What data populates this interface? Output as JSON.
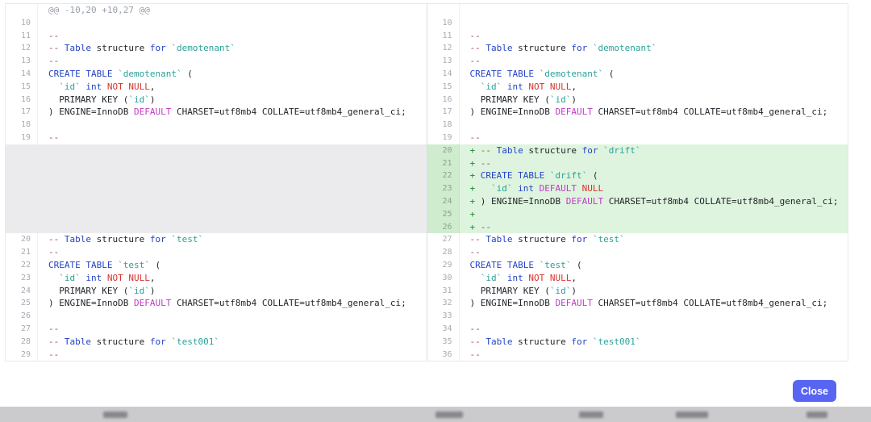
{
  "hunk_header": "@@ -10,20 +10,27 @@",
  "close_button_label": "Close",
  "colors": {
    "accent_button": "#5865f2",
    "added_line_bg": "#def4de",
    "added_gutter_bg": "#cfeccf",
    "gap_bg": "#ebebee",
    "keyword": "#2443c5",
    "identifier": "#2aa198",
    "not_null": "#d6332f",
    "default_kw": "#c03bc4",
    "comment_dash": "#a94442",
    "line_number": "#a6abb3"
  },
  "left_rows": [
    {
      "num": "",
      "type": "hunk",
      "tokens": [
        [
          "g",
          "@@ -10,20 +10,27 @@"
        ]
      ]
    },
    {
      "num": "10",
      "type": "context",
      "tokens": []
    },
    {
      "num": "11",
      "type": "context",
      "tokens": [
        [
          "c",
          "--"
        ]
      ]
    },
    {
      "num": "12",
      "type": "context",
      "tokens": [
        [
          "c",
          "-- "
        ],
        [
          "k",
          "Table"
        ],
        [
          "p",
          " structure "
        ],
        [
          "k",
          "for"
        ],
        [
          "p",
          " "
        ],
        [
          "s",
          "`demotenant`"
        ]
      ]
    },
    {
      "num": "13",
      "type": "context",
      "tokens": [
        [
          "c",
          "--"
        ]
      ]
    },
    {
      "num": "14",
      "type": "context",
      "tokens": [
        [
          "k",
          "CREATE TABLE"
        ],
        [
          "p",
          " "
        ],
        [
          "s",
          "`demotenant`"
        ],
        [
          "p",
          " ("
        ]
      ]
    },
    {
      "num": "15",
      "type": "context",
      "tokens": [
        [
          "p",
          "  "
        ],
        [
          "s",
          "`id`"
        ],
        [
          "p",
          " "
        ],
        [
          "k",
          "int"
        ],
        [
          "p",
          " "
        ],
        [
          "r",
          "NOT NULL"
        ],
        [
          "p",
          ","
        ]
      ]
    },
    {
      "num": "16",
      "type": "context",
      "tokens": [
        [
          "p",
          "  PRIMARY KEY ("
        ],
        [
          "s",
          "`id`"
        ],
        [
          "p",
          ")"
        ]
      ]
    },
    {
      "num": "17",
      "type": "context",
      "tokens": [
        [
          "p",
          ") ENGINE=InnoDB "
        ],
        [
          "m",
          "DEFAULT"
        ],
        [
          "p",
          " CHARSET=utf8mb4 COLLATE=utf8mb4_general_ci;"
        ]
      ]
    },
    {
      "num": "18",
      "type": "context",
      "tokens": []
    },
    {
      "num": "19",
      "type": "context",
      "tokens": [
        [
          "c",
          "--"
        ]
      ]
    },
    {
      "num": "",
      "type": "gap",
      "tokens": []
    },
    {
      "num": "",
      "type": "gap",
      "tokens": []
    },
    {
      "num": "",
      "type": "gap",
      "tokens": []
    },
    {
      "num": "",
      "type": "gap",
      "tokens": []
    },
    {
      "num": "",
      "type": "gap",
      "tokens": []
    },
    {
      "num": "",
      "type": "gap",
      "tokens": []
    },
    {
      "num": "",
      "type": "gap",
      "tokens": []
    },
    {
      "num": "20",
      "type": "context",
      "tokens": [
        [
          "c",
          "-- "
        ],
        [
          "k",
          "Table"
        ],
        [
          "p",
          " structure "
        ],
        [
          "k",
          "for"
        ],
        [
          "p",
          " "
        ],
        [
          "s",
          "`test`"
        ]
      ]
    },
    {
      "num": "21",
      "type": "context",
      "tokens": [
        [
          "c",
          "--"
        ]
      ]
    },
    {
      "num": "22",
      "type": "context",
      "tokens": [
        [
          "k",
          "CREATE TABLE"
        ],
        [
          "p",
          " "
        ],
        [
          "s",
          "`test`"
        ],
        [
          "p",
          " ("
        ]
      ]
    },
    {
      "num": "23",
      "type": "context",
      "tokens": [
        [
          "p",
          "  "
        ],
        [
          "s",
          "`id`"
        ],
        [
          "p",
          " "
        ],
        [
          "k",
          "int"
        ],
        [
          "p",
          " "
        ],
        [
          "r",
          "NOT NULL"
        ],
        [
          "p",
          ","
        ]
      ]
    },
    {
      "num": "24",
      "type": "context",
      "tokens": [
        [
          "p",
          "  PRIMARY KEY ("
        ],
        [
          "s",
          "`id`"
        ],
        [
          "p",
          ")"
        ]
      ]
    },
    {
      "num": "25",
      "type": "context",
      "tokens": [
        [
          "p",
          ") ENGINE=InnoDB "
        ],
        [
          "m",
          "DEFAULT"
        ],
        [
          "p",
          " CHARSET=utf8mb4 COLLATE=utf8mb4_general_ci;"
        ]
      ]
    },
    {
      "num": "26",
      "type": "context",
      "tokens": []
    },
    {
      "num": "27",
      "type": "context",
      "tokens": [
        [
          "c",
          "--"
        ]
      ]
    },
    {
      "num": "28",
      "type": "context",
      "tokens": [
        [
          "c",
          "-- "
        ],
        [
          "k",
          "Table"
        ],
        [
          "p",
          " structure "
        ],
        [
          "k",
          "for"
        ],
        [
          "p",
          " "
        ],
        [
          "s",
          "`test001`"
        ]
      ]
    },
    {
      "num": "29",
      "type": "context",
      "tokens": [
        [
          "c",
          "--"
        ]
      ]
    }
  ],
  "right_rows": [
    {
      "num": "",
      "type": "context",
      "tokens": []
    },
    {
      "num": "10",
      "type": "context",
      "tokens": []
    },
    {
      "num": "11",
      "type": "context",
      "tokens": [
        [
          "c",
          "--"
        ]
      ]
    },
    {
      "num": "12",
      "type": "context",
      "tokens": [
        [
          "c",
          "-- "
        ],
        [
          "k",
          "Table"
        ],
        [
          "p",
          " structure "
        ],
        [
          "k",
          "for"
        ],
        [
          "p",
          " "
        ],
        [
          "s",
          "`demotenant`"
        ]
      ]
    },
    {
      "num": "13",
      "type": "context",
      "tokens": [
        [
          "c",
          "--"
        ]
      ]
    },
    {
      "num": "14",
      "type": "context",
      "tokens": [
        [
          "k",
          "CREATE TABLE"
        ],
        [
          "p",
          " "
        ],
        [
          "s",
          "`demotenant`"
        ],
        [
          "p",
          " ("
        ]
      ]
    },
    {
      "num": "15",
      "type": "context",
      "tokens": [
        [
          "p",
          "  "
        ],
        [
          "s",
          "`id`"
        ],
        [
          "p",
          " "
        ],
        [
          "k",
          "int"
        ],
        [
          "p",
          " "
        ],
        [
          "r",
          "NOT NULL"
        ],
        [
          "p",
          ","
        ]
      ]
    },
    {
      "num": "16",
      "type": "context",
      "tokens": [
        [
          "p",
          "  PRIMARY KEY ("
        ],
        [
          "s",
          "`id`"
        ],
        [
          "p",
          ")"
        ]
      ]
    },
    {
      "num": "17",
      "type": "context",
      "tokens": [
        [
          "p",
          ") ENGINE=InnoDB "
        ],
        [
          "m",
          "DEFAULT"
        ],
        [
          "p",
          " CHARSET=utf8mb4 COLLATE=utf8mb4_general_ci;"
        ]
      ]
    },
    {
      "num": "18",
      "type": "context",
      "tokens": []
    },
    {
      "num": "19",
      "type": "context",
      "tokens": [
        [
          "c",
          "--"
        ]
      ]
    },
    {
      "num": "20",
      "type": "added",
      "tokens": [
        [
          "a",
          "+ "
        ],
        [
          "c",
          "-- "
        ],
        [
          "k",
          "Table"
        ],
        [
          "p",
          " structure "
        ],
        [
          "k",
          "for"
        ],
        [
          "p",
          " "
        ],
        [
          "s",
          "`drift`"
        ]
      ]
    },
    {
      "num": "21",
      "type": "added",
      "tokens": [
        [
          "a",
          "+ "
        ],
        [
          "c",
          "--"
        ]
      ]
    },
    {
      "num": "22",
      "type": "added",
      "tokens": [
        [
          "a",
          "+ "
        ],
        [
          "k",
          "CREATE TABLE"
        ],
        [
          "p",
          " "
        ],
        [
          "s",
          "`drift`"
        ],
        [
          "p",
          " ("
        ]
      ]
    },
    {
      "num": "23",
      "type": "added",
      "tokens": [
        [
          "a",
          "+ "
        ],
        [
          "p",
          "  "
        ],
        [
          "s",
          "`id`"
        ],
        [
          "p",
          " "
        ],
        [
          "k",
          "int"
        ],
        [
          "p",
          " "
        ],
        [
          "m",
          "DEFAULT"
        ],
        [
          "p",
          " "
        ],
        [
          "r",
          "NULL"
        ]
      ]
    },
    {
      "num": "24",
      "type": "added",
      "tokens": [
        [
          "a",
          "+ "
        ],
        [
          "p",
          ") ENGINE=InnoDB "
        ],
        [
          "m",
          "DEFAULT"
        ],
        [
          "p",
          " CHARSET=utf8mb4 COLLATE=utf8mb4_general_ci;"
        ]
      ]
    },
    {
      "num": "25",
      "type": "added",
      "tokens": [
        [
          "a",
          "+"
        ]
      ]
    },
    {
      "num": "26",
      "type": "added",
      "tokens": [
        [
          "a",
          "+ "
        ],
        [
          "c",
          "--"
        ]
      ]
    },
    {
      "num": "27",
      "type": "context",
      "tokens": [
        [
          "c",
          "-- "
        ],
        [
          "k",
          "Table"
        ],
        [
          "p",
          " structure "
        ],
        [
          "k",
          "for"
        ],
        [
          "p",
          " "
        ],
        [
          "s",
          "`test`"
        ]
      ]
    },
    {
      "num": "28",
      "type": "context",
      "tokens": [
        [
          "c",
          "--"
        ]
      ]
    },
    {
      "num": "29",
      "type": "context",
      "tokens": [
        [
          "k",
          "CREATE TABLE"
        ],
        [
          "p",
          " "
        ],
        [
          "s",
          "`test`"
        ],
        [
          "p",
          " ("
        ]
      ]
    },
    {
      "num": "30",
      "type": "context",
      "tokens": [
        [
          "p",
          "  "
        ],
        [
          "s",
          "`id`"
        ],
        [
          "p",
          " "
        ],
        [
          "k",
          "int"
        ],
        [
          "p",
          " "
        ],
        [
          "r",
          "NOT NULL"
        ],
        [
          "p",
          ","
        ]
      ]
    },
    {
      "num": "31",
      "type": "context",
      "tokens": [
        [
          "p",
          "  PRIMARY KEY ("
        ],
        [
          "s",
          "`id`"
        ],
        [
          "p",
          ")"
        ]
      ]
    },
    {
      "num": "32",
      "type": "context",
      "tokens": [
        [
          "p",
          ") ENGINE=InnoDB "
        ],
        [
          "m",
          "DEFAULT"
        ],
        [
          "p",
          " CHARSET=utf8mb4 COLLATE=utf8mb4_general_ci;"
        ]
      ]
    },
    {
      "num": "33",
      "type": "context",
      "tokens": []
    },
    {
      "num": "34",
      "type": "context",
      "tokens": [
        [
          "c",
          "--"
        ]
      ]
    },
    {
      "num": "35",
      "type": "context",
      "tokens": [
        [
          "c",
          "-- "
        ],
        [
          "k",
          "Table"
        ],
        [
          "p",
          " structure "
        ],
        [
          "k",
          "for"
        ],
        [
          "p",
          " "
        ],
        [
          "s",
          "`test001`"
        ]
      ]
    },
    {
      "num": "36",
      "type": "context",
      "tokens": [
        [
          "c",
          "--"
        ]
      ]
    }
  ]
}
